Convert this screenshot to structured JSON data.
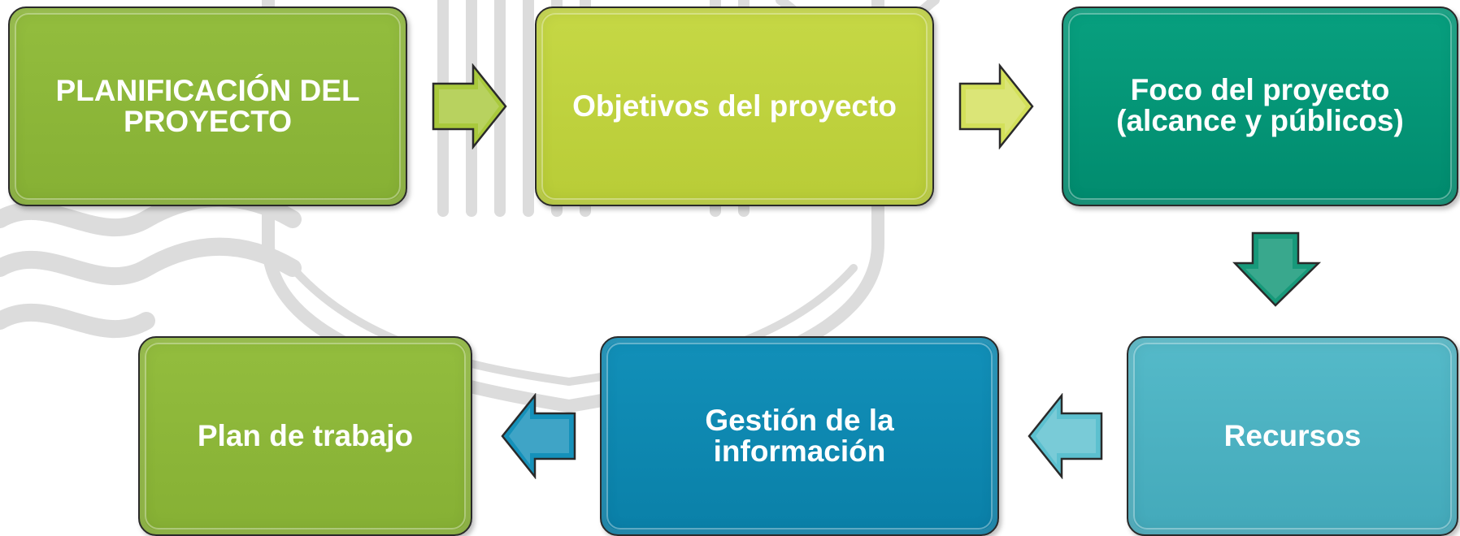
{
  "diagram": {
    "steps": [
      {
        "label": "PLANIFICACIÓN DEL PROYECTO",
        "color": "#8db83a"
      },
      {
        "label": "Objetivos del proyecto",
        "color": "#c0d33f"
      },
      {
        "label": "Foco del proyecto (alcance y públicos)",
        "color": "#049677"
      },
      {
        "label": "Recursos",
        "color": "#4cb3c4"
      },
      {
        "label": "Gestión de la información",
        "color": "#0b87b0"
      },
      {
        "label": "Plan de trabajo",
        "color": "#8db83a"
      }
    ],
    "arrows": [
      {
        "direction": "right",
        "color": "#a9c93c"
      },
      {
        "direction": "right",
        "color": "#d3e05a"
      },
      {
        "direction": "down",
        "color": "#17997a"
      },
      {
        "direction": "left",
        "color": "#5cc0cf"
      },
      {
        "direction": "left",
        "color": "#1591ba"
      }
    ],
    "watermark": {
      "name": "crest-watermark",
      "color": "#d9d9d9"
    }
  }
}
